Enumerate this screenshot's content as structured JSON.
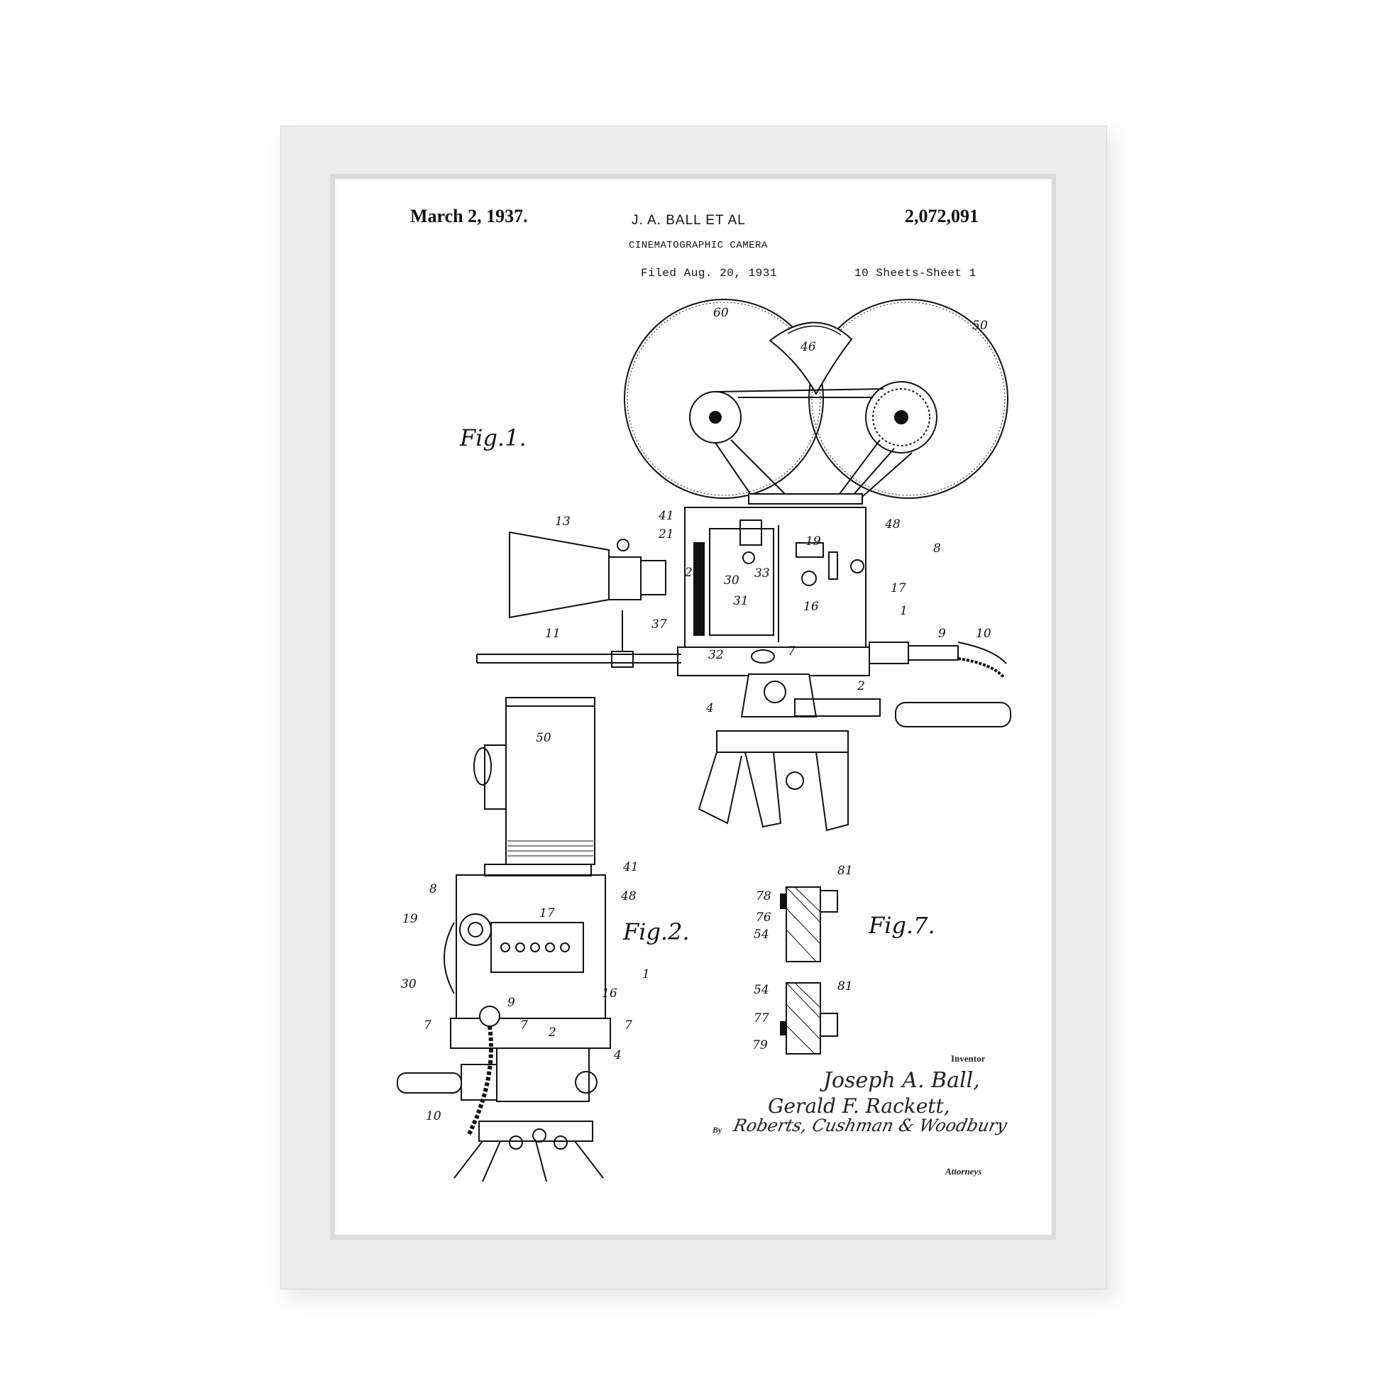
{
  "patent": {
    "date": "March 2, 1937.",
    "inventors_short": "J. A. BALL ET AL",
    "number": "2,072,091",
    "title": "CINEMATOGRAPHIC CAMERA",
    "filed": "Filed Aug. 20, 1931",
    "sheets": "10 Sheets-Sheet 1"
  },
  "figures": {
    "fig1": "Fig.1.",
    "fig2": "Fig.2.",
    "fig7": "Fig.7."
  },
  "signature": {
    "inventor_label": "Inventor",
    "name1": "Joseph A. Ball,",
    "name2": "Gerald F. Rackett,",
    "by": "By",
    "attorneys_sig": "Roberts, Cushman & Woodbury",
    "attorneys_label": "Attorneys"
  },
  "labels": {
    "n60": "60",
    "n46": "46",
    "n50": "50",
    "n41": "41",
    "n21": "21",
    "n13": "13",
    "n48": "48",
    "n8": "8",
    "n19": "19",
    "n33": "33",
    "n28": "28",
    "n30": "30",
    "n31": "31",
    "n16": "16",
    "n17": "17",
    "n1": "1",
    "n37": "37",
    "n11": "11",
    "n32": "32",
    "n7": "7",
    "n9": "9",
    "n10": "10",
    "n2": "2",
    "n4": "4",
    "n78": "78",
    "n81": "81",
    "n76": "76",
    "n54": "54",
    "n77": "77",
    "n79": "79"
  }
}
